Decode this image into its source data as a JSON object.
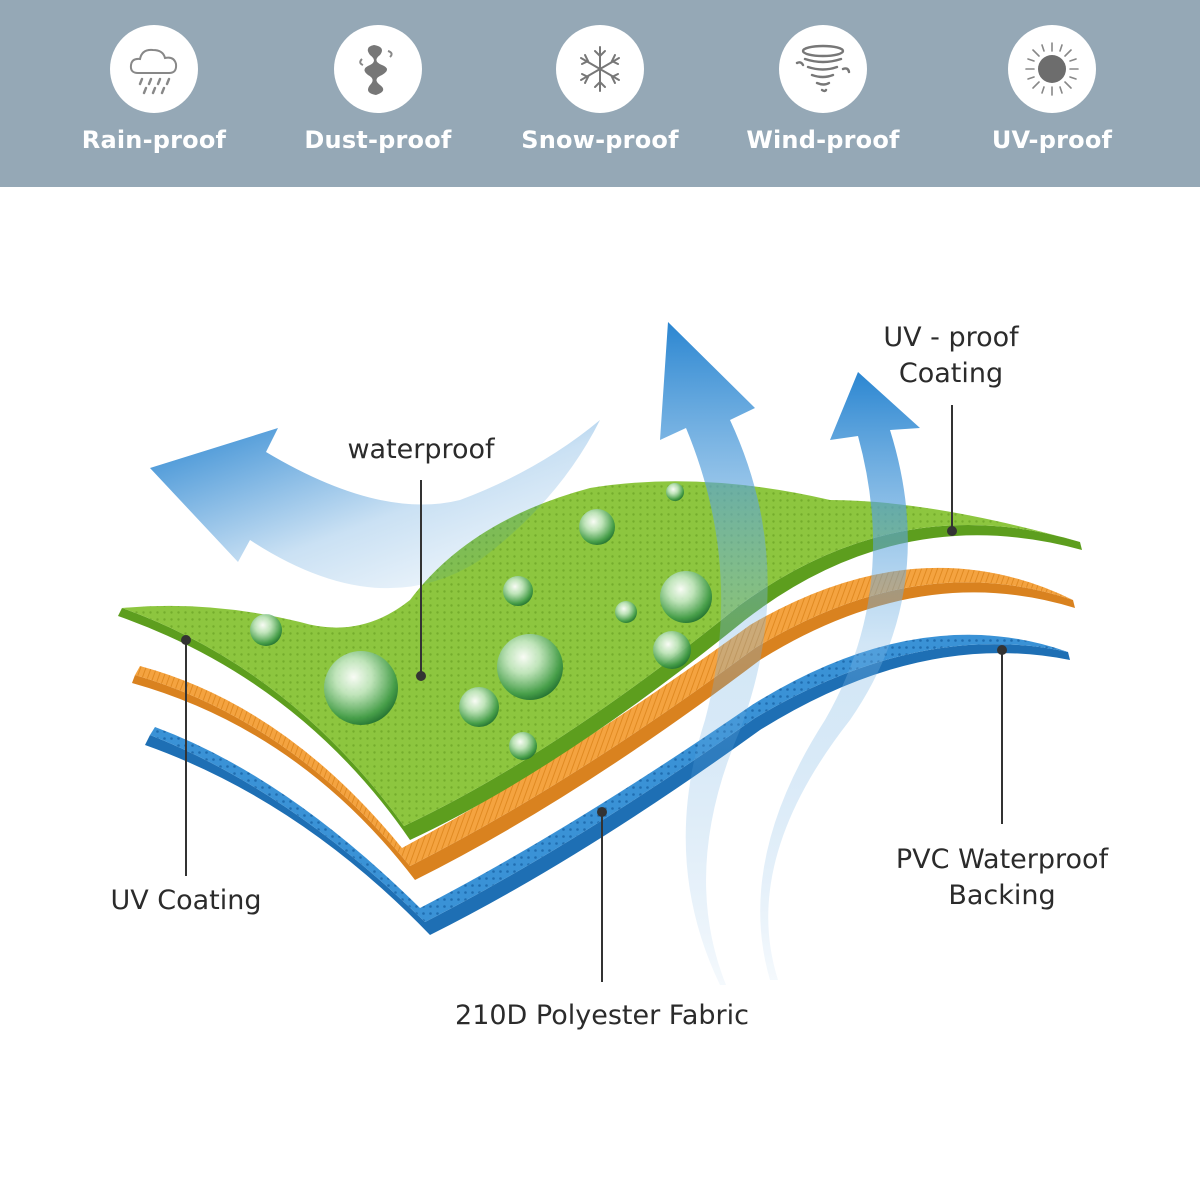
{
  "features": [
    {
      "label": "Rain-proof",
      "icon": "rain-cloud-icon"
    },
    {
      "label": "Dust-proof",
      "icon": "dust-swirl-icon"
    },
    {
      "label": "Snow-proof",
      "icon": "snowflake-icon"
    },
    {
      "label": "Wind-proof",
      "icon": "tornado-icon"
    },
    {
      "label": "UV-proof",
      "icon": "sun-icon"
    }
  ],
  "callouts": {
    "waterproof": "waterproof",
    "uv_proof_line1": "UV - proof",
    "uv_proof_line2": "Coating",
    "uv_coating": "UV Coating",
    "pvc_line1": "PVC Waterproof",
    "pvc_line2": "Backing",
    "polyester": "210D Polyester Fabric"
  },
  "colors": {
    "banner": "#95a8b6",
    "green_layer": "#8cc63f",
    "orange_layer": "#f39c33",
    "blue_layer": "#2f86cc",
    "arrow": "#2b86d1"
  }
}
